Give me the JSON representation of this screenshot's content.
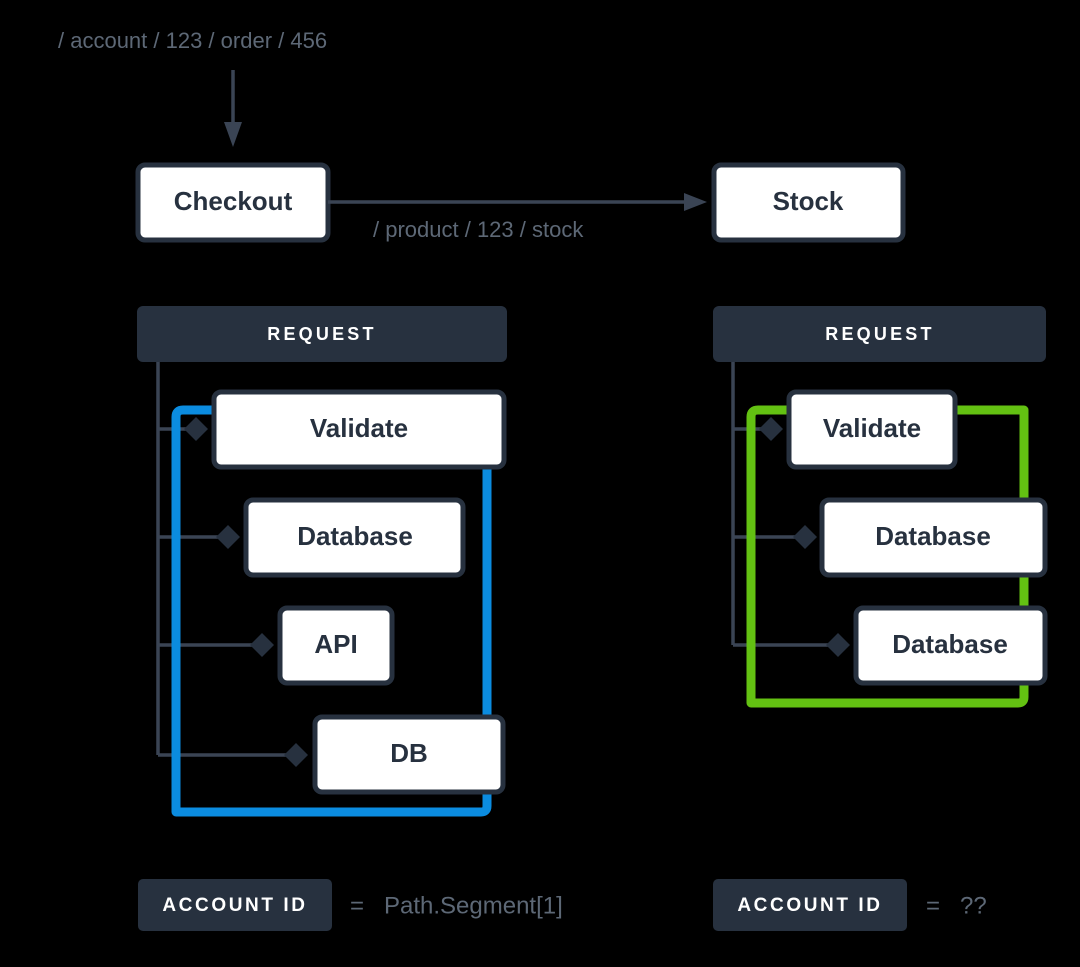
{
  "diagram": {
    "title_hidden": "",
    "colors": {
      "background": "#000000",
      "node_fill": "#ffffff",
      "node_stroke": "#27313f",
      "dark_navy": "#27313f",
      "muted_text": "#5d6876",
      "trunk_line": "#3a4454",
      "highlight_blue": "#0b8ce0",
      "highlight_green": "#63c112"
    },
    "incoming_request": {
      "path": "/ account / 123 / order / 456"
    },
    "services": {
      "checkout": "Checkout",
      "stock": "Stock",
      "checkout_to_stock_path": "/ product / 123 / stock"
    },
    "panels": [
      {
        "id": "left",
        "header": "REQUEST",
        "highlight_color": "#0b8ce0",
        "steps": [
          {
            "label": "Validate"
          },
          {
            "label": "Database"
          },
          {
            "label": "API"
          },
          {
            "label": "DB"
          }
        ],
        "footer": {
          "tag": "ACCOUNT ID",
          "equals": "=",
          "value": "Path.Segment[1]"
        }
      },
      {
        "id": "right",
        "header": "REQUEST",
        "highlight_color": "#63c112",
        "steps": [
          {
            "label": "Validate"
          },
          {
            "label": "Database"
          },
          {
            "label": "Database"
          }
        ],
        "footer": {
          "tag": "ACCOUNT ID",
          "equals": "=",
          "value": "??"
        }
      }
    ]
  }
}
